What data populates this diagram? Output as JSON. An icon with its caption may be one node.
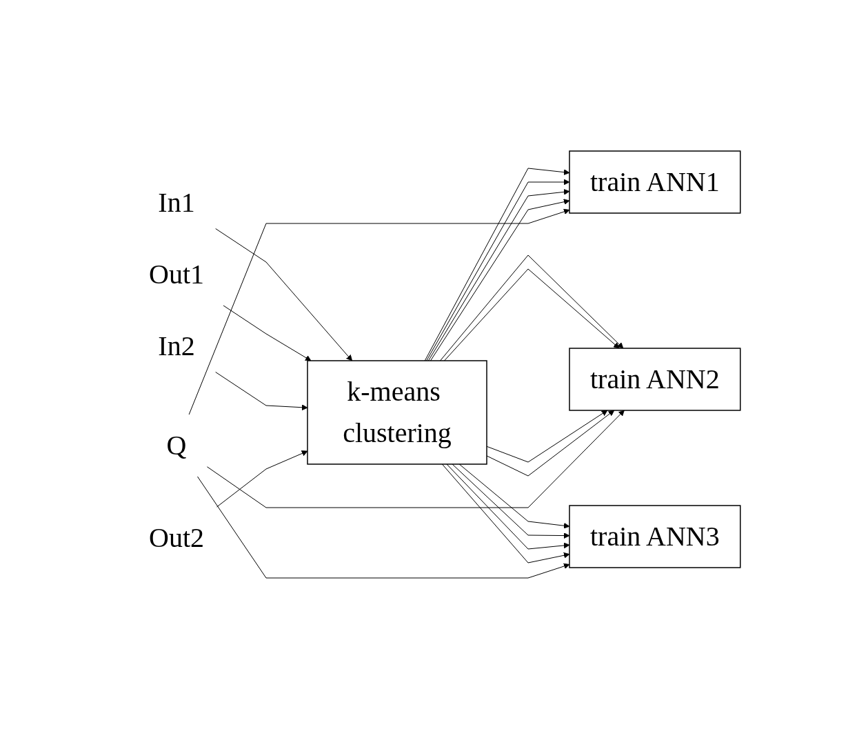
{
  "diagram": {
    "nodes": [
      {
        "text": [
          "In1"
        ]
      },
      {
        "text": [
          "Out1"
        ]
      },
      {
        "text": [
          "In2"
        ]
      },
      {
        "text": [
          "Out2"
        ]
      },
      {
        "text": [
          "k-means clustering"
        ]
      },
      {
        "text": [
          "train ANN1"
        ]
      },
      {
        "text": [
          "train ANN2"
        ]
      },
      {
        "text": [
          "train ANN3"
        ]
      },
      {
        "text": [
          "Q"
        ]
      }
    ],
    "edges": [
      {
        "from": 0,
        "to": 4,
        "arrow": "to"
      },
      {
        "from": 1,
        "to": 4,
        "arrow": "to"
      },
      {
        "from": 2,
        "to": 4,
        "arrow": "to"
      },
      {
        "from": 3,
        "to": 4,
        "arrow": "to"
      },
      {
        "from": 4,
        "to": 5,
        "arrow": "to"
      },
      {
        "from": 4,
        "to": 5,
        "arrow": "to"
      },
      {
        "from": 4,
        "to": 5,
        "arrow": "to"
      },
      {
        "from": 4,
        "to": 5,
        "arrow": "to"
      },
      {
        "from": 4,
        "to": 6,
        "arrow": "to"
      },
      {
        "from": 4,
        "to": 6,
        "arrow": "to"
      },
      {
        "from": 4,
        "to": 6,
        "arrow": "to"
      },
      {
        "from": 4,
        "to": 6,
        "arrow": "to"
      },
      {
        "from": 4,
        "to": 7,
        "arrow": "to"
      },
      {
        "from": 4,
        "to": 7,
        "arrow": "to"
      },
      {
        "from": 4,
        "to": 7,
        "arrow": "to"
      },
      {
        "from": 4,
        "to": 7,
        "arrow": "to"
      },
      {
        "from": 8,
        "to": 5,
        "arrow": "to"
      },
      {
        "from": 8,
        "to": 6,
        "arrow": "to"
      },
      {
        "from": 8,
        "to": 7,
        "arrow": "to"
      }
    ]
  }
}
